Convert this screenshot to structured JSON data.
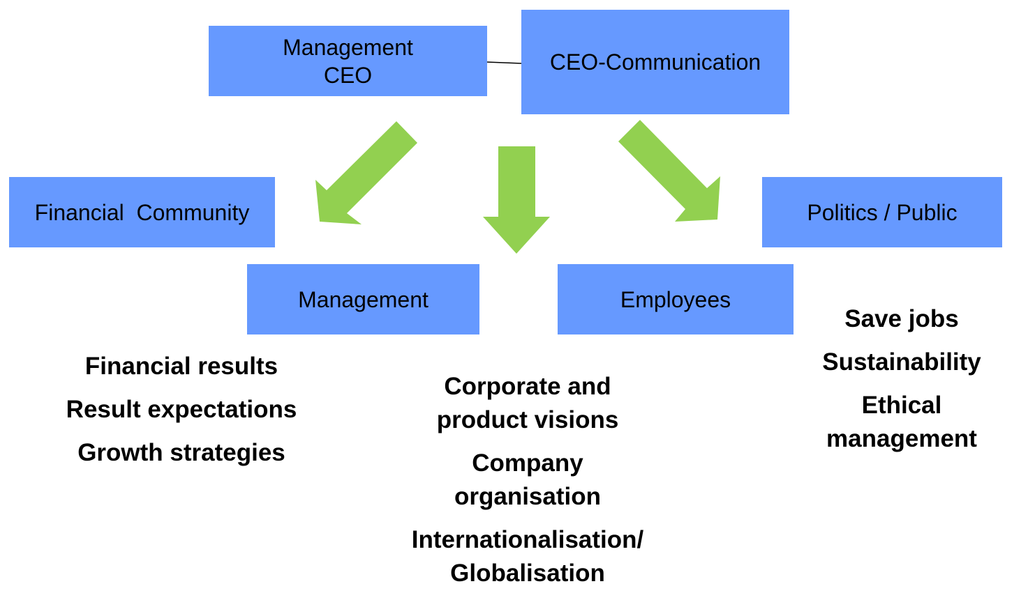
{
  "boxes": {
    "management_ceo": {
      "lines": [
        "Management",
        "CEO"
      ]
    },
    "ceo_communication": {
      "lines": [
        "CEO-Communication"
      ]
    },
    "financial_community": {
      "lines": [
        "Financial  Community"
      ]
    },
    "politics_public": {
      "lines": [
        "Politics / Public"
      ]
    },
    "management": {
      "lines": [
        "Management"
      ]
    },
    "employees": {
      "lines": [
        "Employees"
      ]
    }
  },
  "topics": {
    "financial": [
      "Financial results",
      "Result expectations",
      "Growth strategies"
    ],
    "corporate": [
      "Corporate and\nproduct visions",
      "Company\norganisation",
      "Internationalisation/\nGlobalisation"
    ],
    "public": [
      "Save jobs",
      "Sustainability",
      "Ethical\nmanagement"
    ]
  },
  "colors": {
    "box_fill": "#6699ff",
    "arrow_fill": "#92d050"
  }
}
